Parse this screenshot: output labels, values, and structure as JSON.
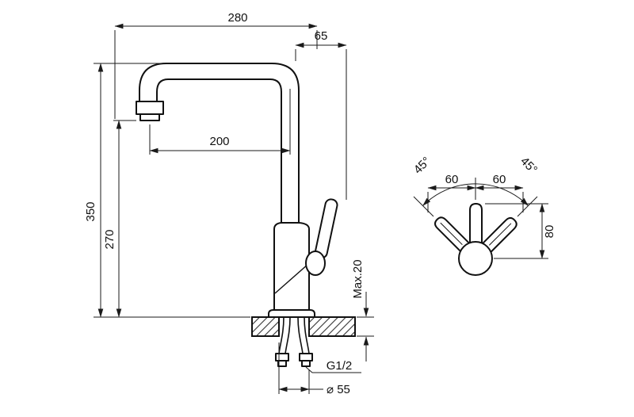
{
  "front": {
    "dim280": "280",
    "dim65": "65",
    "dim200": "200",
    "dim350": "350",
    "dim270": "270",
    "max20": "Max.20",
    "thread": "G1/2",
    "diameter": "⌀ 55"
  },
  "top": {
    "angleLeft": "45°",
    "angleRight": "45°",
    "sixtyLeft": "60",
    "sixtyRight": "60",
    "eighty": "80"
  },
  "colors": {
    "line": "#111111",
    "background": "#ffffff"
  }
}
